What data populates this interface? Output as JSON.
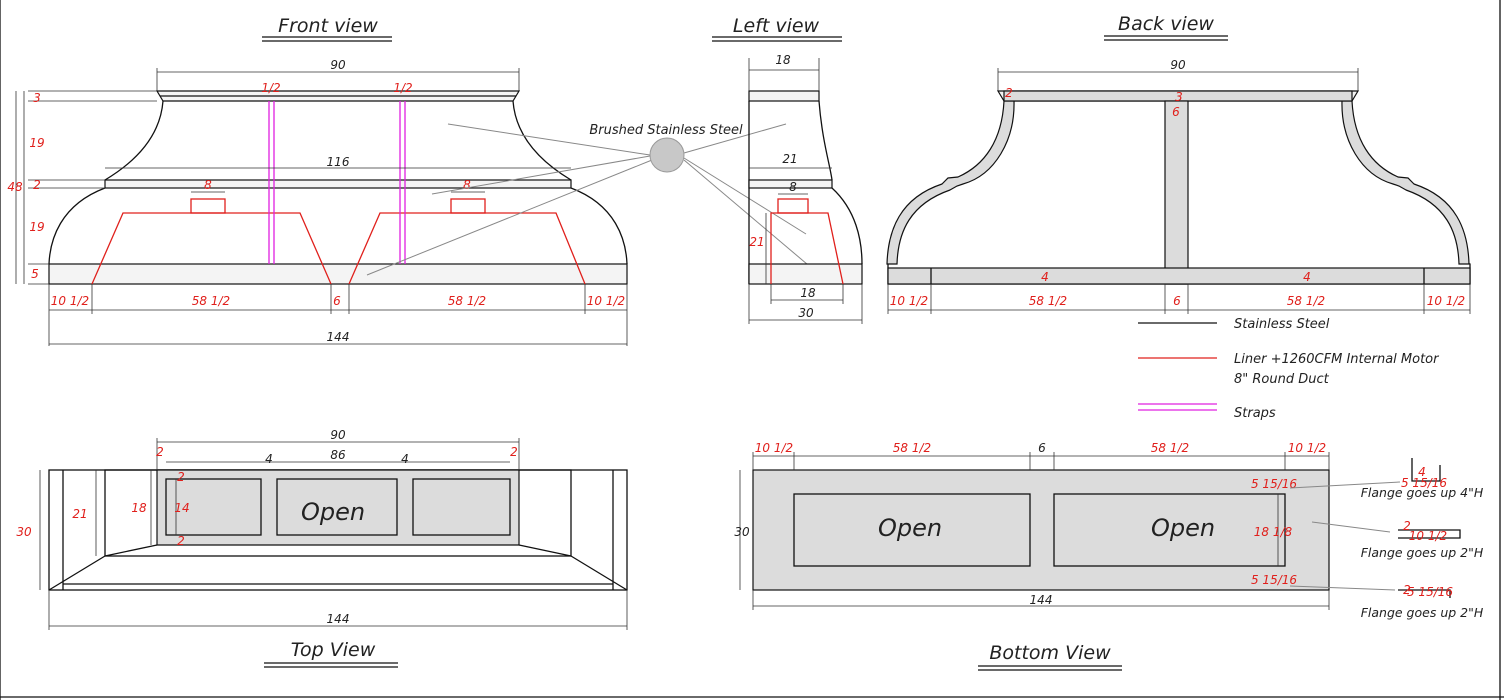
{
  "titles": {
    "front": "Front view",
    "left": "Left view",
    "back": "Back view",
    "top": "Top View",
    "bottom": "Bottom View"
  },
  "material_label": "Brushed Stainless Steel",
  "legend": {
    "stainless": "Stainless Steel",
    "liner_line1": "Liner +1260CFM Internal Motor",
    "liner_line2": "8\" Round Duct",
    "straps": "Straps"
  },
  "colors": {
    "stainless": "#111111",
    "liner": "#e0201c",
    "straps": "#e020e0",
    "fill": "#dcdcdc"
  },
  "open_label": "Open",
  "flanges": {
    "top": "Flange goes up 4\"H",
    "mid": "Flange goes up 2\"H",
    "bottom": "Flange goes up 2\"H"
  },
  "front_dims": {
    "width_top": "90",
    "width_mid": "116",
    "width_total": "144",
    "h3": "3",
    "h19a": "19",
    "h48": "48",
    "h2": "2",
    "h19b": "19",
    "h5": "5",
    "strap": "1/2",
    "duct_a": "8",
    "duct_b": "8",
    "seg_edge_l": "10 1/2",
    "seg_a": "58 1/2",
    "seg_mid": "6",
    "seg_b": "58 1/2",
    "seg_edge_r": "10 1/2"
  },
  "left_dims": {
    "top": "18",
    "mid": "21",
    "duct": "8",
    "h21": "21",
    "inner": "18",
    "depth": "30"
  },
  "back_dims": {
    "width_top": "90",
    "d2": "2",
    "d3": "3",
    "d6": "6",
    "d4a": "4",
    "d4b": "4",
    "seg_edge_l": "10 1/2",
    "seg_a": "58 1/2",
    "seg_mid": "6",
    "seg_b": "58 1/2",
    "seg_edge_r": "10 1/2"
  },
  "top_dims": {
    "w90": "90",
    "w86": "86",
    "w144": "144",
    "d2l": "2",
    "d2r": "2",
    "d4a": "4",
    "d4b": "4",
    "d30": "30",
    "d21": "21",
    "d18": "18",
    "d14": "14",
    "d2t": "2",
    "d2b": "2"
  },
  "bottom_dims": {
    "seg_edge_l": "10 1/2",
    "seg_a": "58 1/2",
    "seg_mid": "6",
    "seg_b": "58 1/2",
    "seg_edge_r": "10 1/2",
    "d30": "30",
    "d144": "144",
    "d15a": "5 15/16",
    "d18": "18 1/8",
    "d15b": "5 15/16",
    "fl4": "4",
    "fl1516a": "5 15/16",
    "fl2a": "2",
    "fl10": "10 1/2",
    "fl2b": "2",
    "fl1516b": "5 15/16"
  }
}
